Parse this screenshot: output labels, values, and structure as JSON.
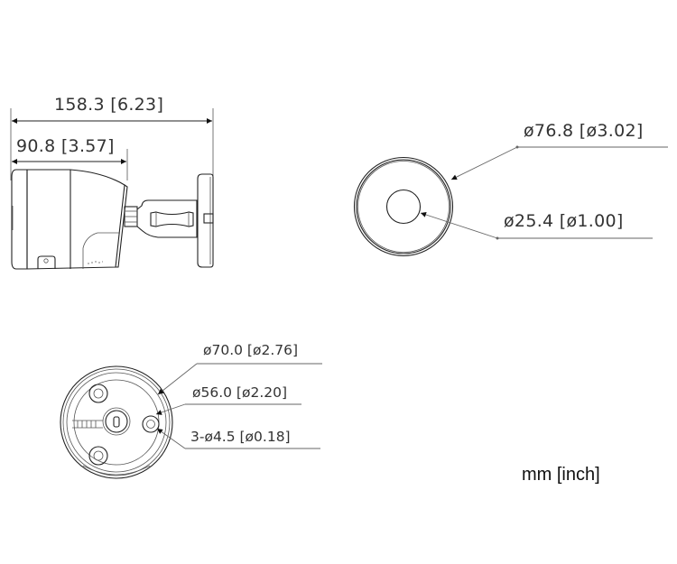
{
  "drawing": {
    "units_label": "mm [inch]",
    "side_view": {
      "overall_length": "158.3 [6.23]",
      "body_length": "90.8 [3.57]"
    },
    "front_view": {
      "outer_diameter": "ø76.8 [ø3.02]",
      "lens_diameter": "ø25.4 [ø1.00]"
    },
    "mount_base_view": {
      "outer_diameter": "ø70.0 [ø2.76]",
      "hole_circle_diameter": "ø56.0 [ø2.20]",
      "mounting_holes": "3-ø4.5 [ø0.18]"
    }
  }
}
